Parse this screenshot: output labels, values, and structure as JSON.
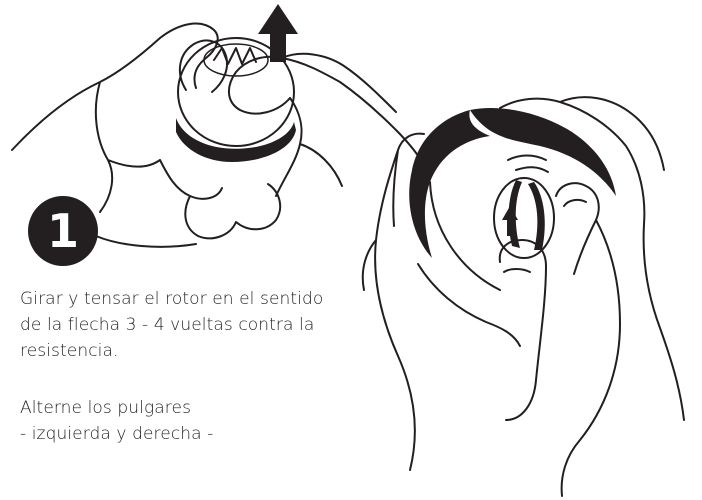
{
  "step": {
    "number": "1"
  },
  "instruction": {
    "line1": "Girar y tensar el rotor en el sentido",
    "line2": "de la flecha 3 - 4 vueltas contra la",
    "line3": "resistencia."
  },
  "tip": {
    "line1": "Alterne los pulgares",
    "line2": "- izquierda y derecha -"
  },
  "colors": {
    "ink": "#231f20",
    "background": "#ffffff"
  },
  "icons": [
    "up-arrow-icon",
    "rotor-arrow-icon"
  ]
}
